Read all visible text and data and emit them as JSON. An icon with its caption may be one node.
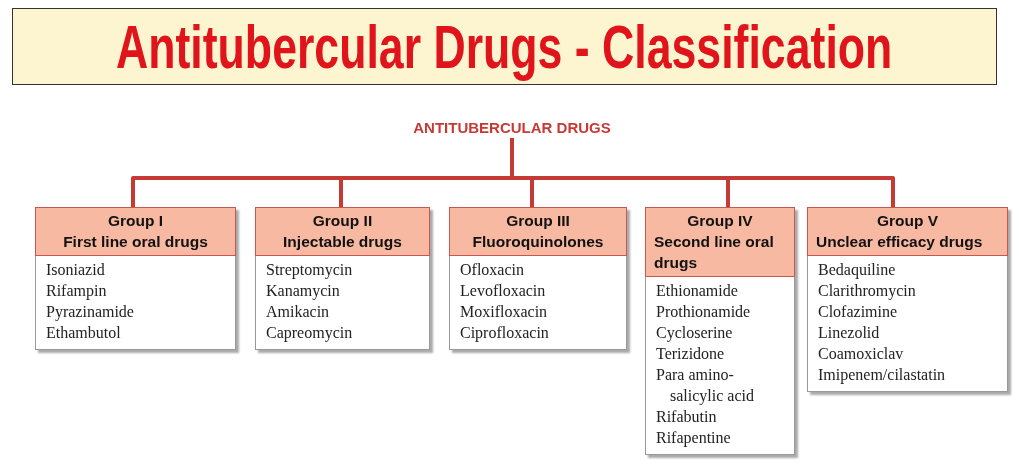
{
  "diagram": {
    "title": "Antitubercular Drugs - Classification",
    "nodes": [
      {
        "text": [
          "ANTITUBERCULAR DRUGS"
        ]
      },
      {
        "text": [
          "Group I",
          "First line oral drugs",
          "Isoniazid",
          "Rifampin",
          "Pyrazinamide",
          "Ethambutol"
        ]
      },
      {
        "text": [
          "Group II",
          "Injectable drugs",
          "Streptomycin",
          "Kanamycin",
          "Amikacin",
          "Capreomycin"
        ]
      },
      {
        "text": [
          "Group III",
          "Fluoroquinolones",
          "Ofloxacin",
          "Levofloxacin",
          "Moxifloxacin",
          "Ciprofloxacin"
        ]
      },
      {
        "text": [
          "Group IV",
          "Second line oral drugs",
          "Ethionamide",
          "Prothionamide",
          "Cycloserine",
          "Terizidone",
          "Para amino- salicylic acid",
          "Rifabutin",
          "Rifapentine"
        ]
      },
      {
        "text": [
          "Group V",
          "Unclear efficacy drugs",
          "Bedaquiline",
          "Clarithromycin",
          "Clofazimine",
          "Linezolid",
          "Coamoxiclav",
          "Imipenem/cilastatin"
        ]
      }
    ],
    "edges": [
      {
        "from": 0,
        "to": 1,
        "arrow": "none"
      },
      {
        "from": 0,
        "to": 2,
        "arrow": "none"
      },
      {
        "from": 0,
        "to": 3,
        "arrow": "none"
      },
      {
        "from": 0,
        "to": 4,
        "arrow": "none"
      },
      {
        "from": 0,
        "to": 5,
        "arrow": "none"
      }
    ]
  }
}
